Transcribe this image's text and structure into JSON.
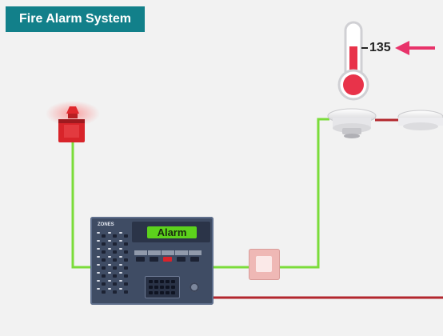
{
  "title": "Fire Alarm System",
  "thermometer": {
    "reading": "135"
  },
  "panel": {
    "zones_label": "ZONES",
    "display_text": "Alarm"
  },
  "colors": {
    "title_bg": "#12808a",
    "active_wire": "#7bdc3a",
    "passive_wire": "#b3272d",
    "arrow": "#e8336a",
    "thermo_red": "#e8334a",
    "lcd": "#5cd21c"
  },
  "icons": [
    "alarm-sounder-icon",
    "thermometer-icon",
    "heat-detector-icon",
    "smoke-detector-icon",
    "manual-call-point-icon",
    "control-panel-icon"
  ]
}
